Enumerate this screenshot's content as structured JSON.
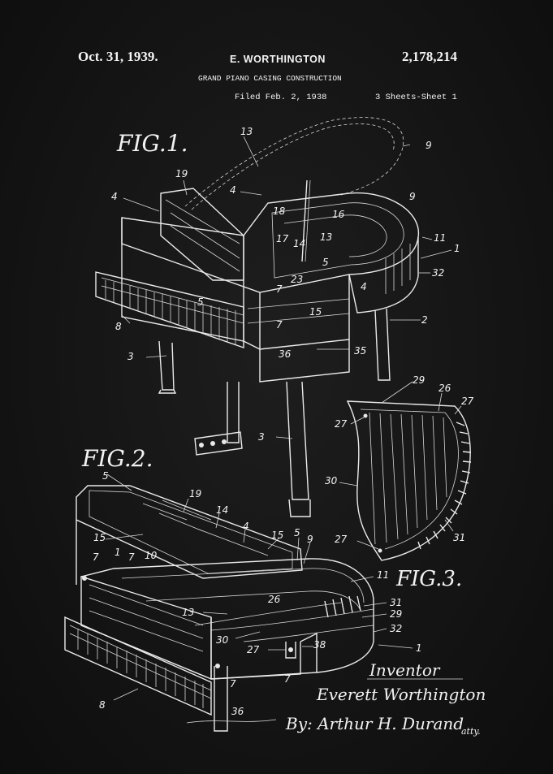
{
  "header": {
    "date": "Oct. 31, 1939.",
    "inventor": "E. WORTHINGTON",
    "patent_number": "2,178,214",
    "title": "GRAND PIANO CASING CONSTRUCTION",
    "filed": "Filed Feb. 2, 1938",
    "sheets": "3 Sheets-Sheet 1"
  },
  "figures": {
    "fig1": "FIG.1.",
    "fig2": "FIG.2.",
    "fig3": "FIG.3."
  },
  "fig1_refs": {
    "r13": "13",
    "r9a": "9",
    "r9b": "9",
    "r19": "19",
    "r4a": "4",
    "r4b": "4",
    "r18": "18",
    "r16": "16",
    "r17": "17",
    "r14": "14",
    "r13b": "13",
    "r11": "11",
    "r1": "1",
    "r5a": "5",
    "r5b": "5",
    "r32": "32",
    "r23": "23",
    "r4c": "4",
    "r7a": "7",
    "r7b": "7",
    "r15": "15",
    "r2": "2",
    "r8": "8",
    "r36": "36",
    "r35": "35",
    "r3a": "3",
    "r3b": "3"
  },
  "fig3_refs": {
    "r29": "29",
    "r26": "26",
    "r27a": "27",
    "r27b": "27",
    "r27c": "27",
    "r30": "30",
    "r31": "31"
  },
  "fig2_refs": {
    "r5a": "5",
    "r19": "19",
    "r14": "14",
    "r15a": "15",
    "r4": "4",
    "r15b": "15",
    "r5b": "5",
    "r9": "9",
    "r7a": "7",
    "r1": "1",
    "r7b": "7",
    "r10": "10",
    "r11": "11",
    "r13": "13",
    "r26": "26",
    "r31": "31",
    "r29": "29",
    "r30": "30",
    "r32": "32",
    "r27": "27",
    "r38": "38",
    "r1b": "1",
    "r7c": "7",
    "r7d": "7",
    "r8": "8",
    "r36": "36"
  },
  "signature": {
    "label": "Inventor",
    "inventor": "Everett Worthington",
    "attorney": "By: Arthur H. Durand",
    "role": "atty."
  }
}
